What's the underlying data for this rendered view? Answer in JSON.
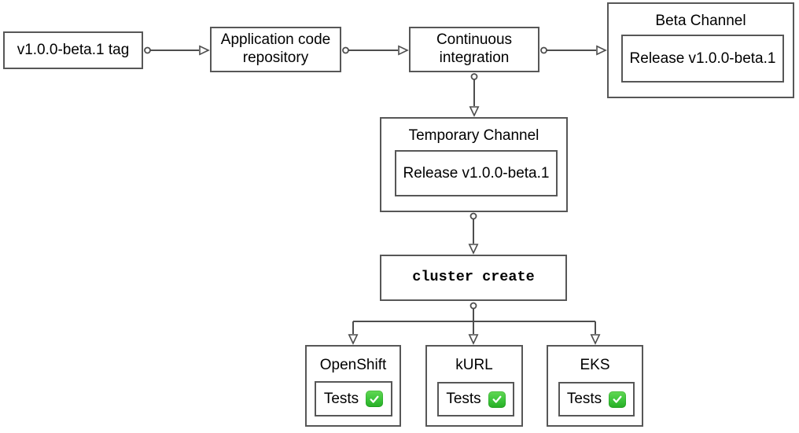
{
  "diagram": {
    "nodes": {
      "tag": {
        "label": "v1.0.0-beta.1 tag"
      },
      "repo": {
        "label": "Application code repository"
      },
      "ci": {
        "label": "Continuous integration"
      },
      "beta_channel": {
        "title": "Beta Channel",
        "release": "Release v1.0.0-beta.1"
      },
      "temporary_channel": {
        "title": "Temporary Channel",
        "release": "Release v1.0.0-beta.1"
      },
      "cluster_create": {
        "label": "cluster create"
      },
      "openshift": {
        "title": "OpenShift",
        "tests_label": "Tests"
      },
      "kurl": {
        "title": "kURL",
        "tests_label": "Tests"
      },
      "eks": {
        "title": "EKS",
        "tests_label": "Tests"
      }
    },
    "icons": {
      "tests_status": "check-mark-button-emoji"
    },
    "colors": {
      "background": "#ffffff",
      "box_border": "#575757",
      "edge_stroke": "#4d4d4d",
      "text": "#000000",
      "check_green_top": "#63d855",
      "check_green_bottom": "#27ad25",
      "check_mark": "#ffffff"
    }
  }
}
